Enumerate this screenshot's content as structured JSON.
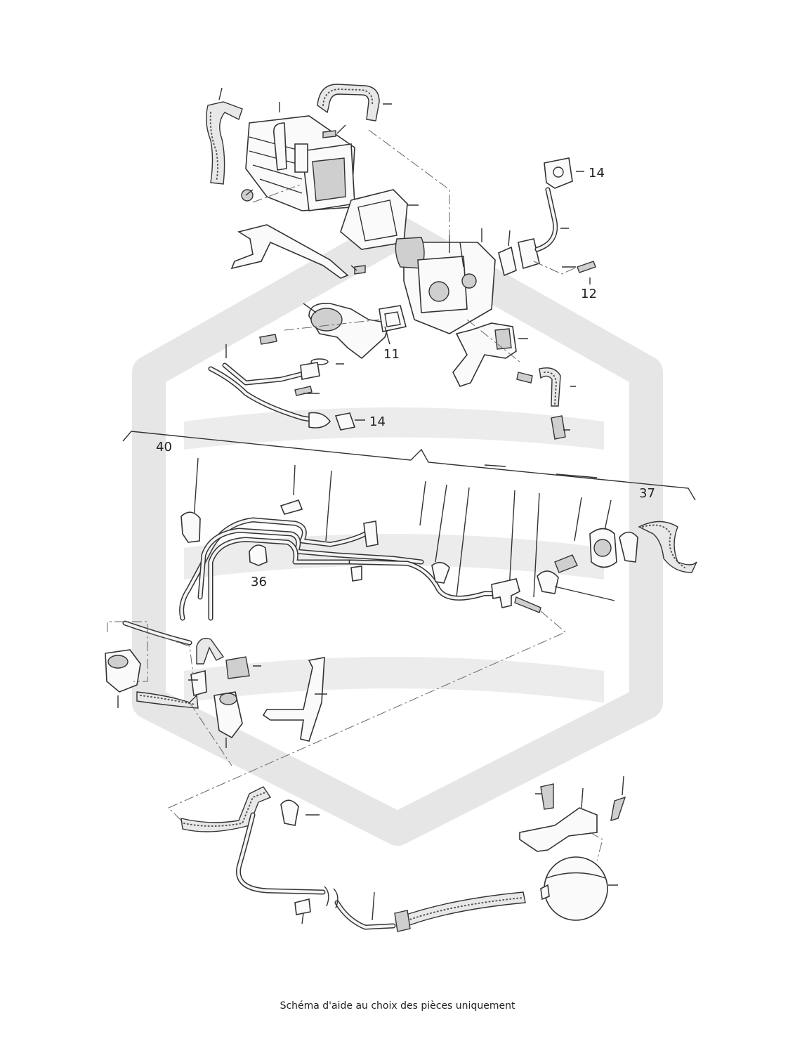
{
  "caption": "Schéma d'aide au choix des pièces uniquement",
  "callouts": [
    {
      "id": "14a",
      "text": "14"
    },
    {
      "id": "12",
      "text": "12"
    },
    {
      "id": "11",
      "text": "11"
    },
    {
      "id": "14b",
      "text": "14"
    },
    {
      "id": "40",
      "text": "40"
    },
    {
      "id": "37",
      "text": "37"
    },
    {
      "id": "36",
      "text": "36"
    }
  ]
}
